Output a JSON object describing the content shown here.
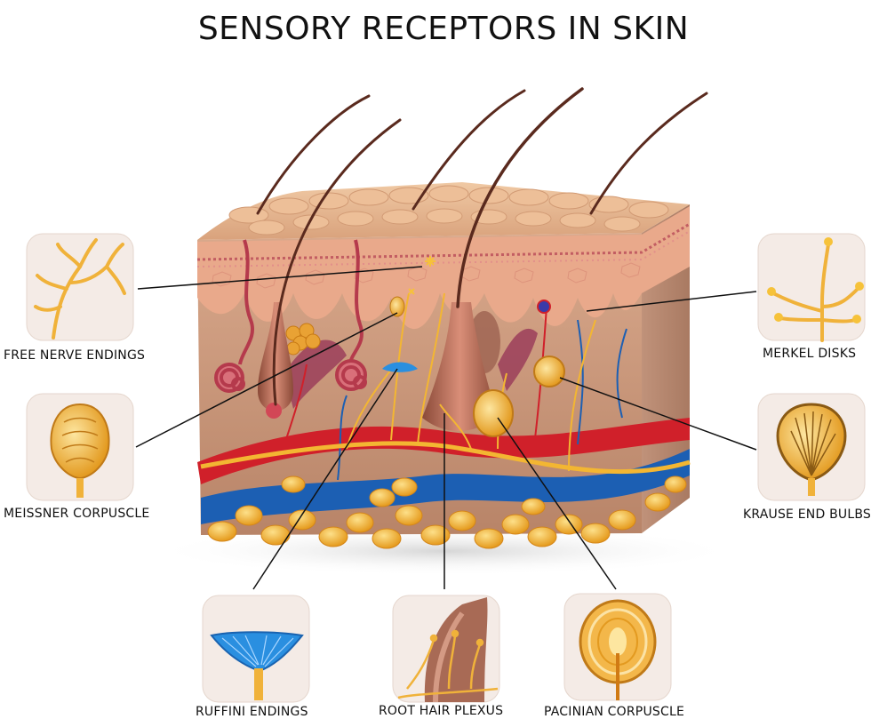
{
  "title": "SENSORY RECEPTORS IN SKIN",
  "labels": {
    "free_nerve_endings": "FREE NERVE ENDINGS",
    "meissner_corpuscle": "MEISSNER CORPUSCLE",
    "ruffini_endings": "RUFFINI ENDINGS",
    "root_hair_plexus": "ROOT HAIR PLEXUS",
    "pacinian_corpuscle": "PACINIAN CORPUSCLE",
    "krause_end_bulbs": "KRAUSE END BULBS",
    "merkel_disks": "MERKEL DISKS"
  },
  "colors": {
    "skin_surface": "#e6b68f",
    "epidermis": "#e7a88a",
    "dermis": "#c99a7c",
    "artery": "#d0202a",
    "vein": "#1c5fb3",
    "nerve": "#f3b632",
    "fat": "#f2bf4a",
    "hair": "#5a2a1e",
    "ruffini": "#2a8fe0"
  }
}
